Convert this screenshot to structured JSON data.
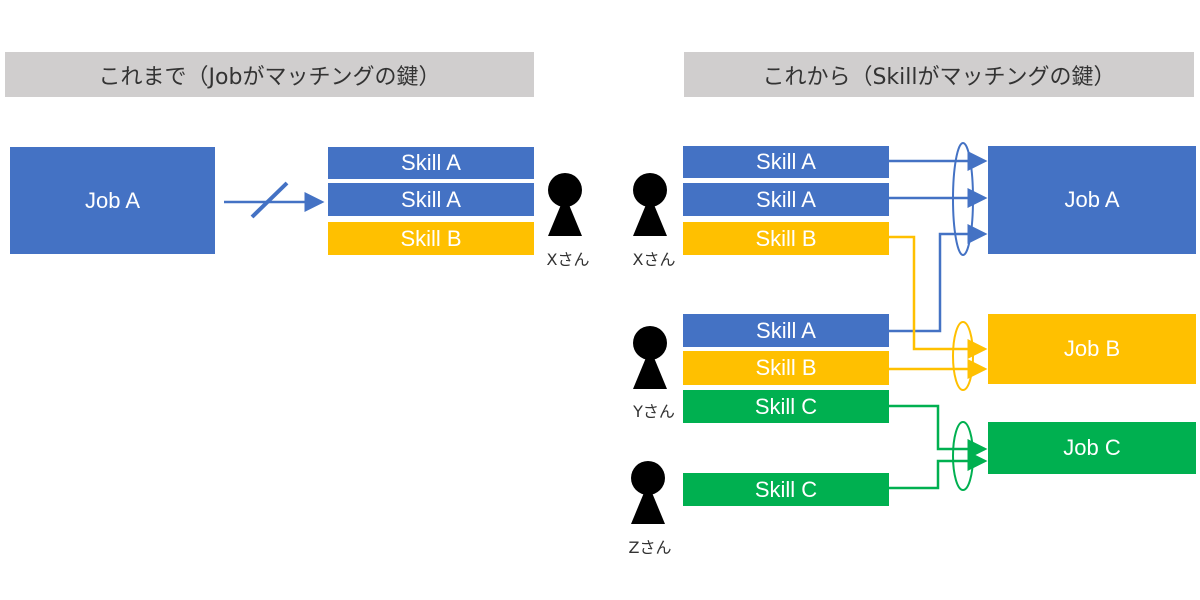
{
  "colors": {
    "blue": "#4472c4",
    "yellow": "#ffc000",
    "green": "#00b050",
    "header_bg": "#d0cece"
  },
  "left": {
    "header": "これまで（Jobがマッチングの鍵）",
    "job": "Job A",
    "skills": [
      "Skill A",
      "Skill A",
      "Skill B"
    ],
    "person": "Xさん"
  },
  "right": {
    "header": "これから（Skillがマッチングの鍵）",
    "people": [
      {
        "name": "Xさん",
        "skills": [
          "Skill A",
          "Skill A",
          "Skill B"
        ]
      },
      {
        "name": "Yさん",
        "skills": [
          "Skill A",
          "Skill B",
          "Skill C"
        ]
      },
      {
        "name": "Zさん",
        "skills": [
          "Skill C"
        ]
      }
    ],
    "jobs": [
      "Job A",
      "Job B",
      "Job C"
    ]
  }
}
